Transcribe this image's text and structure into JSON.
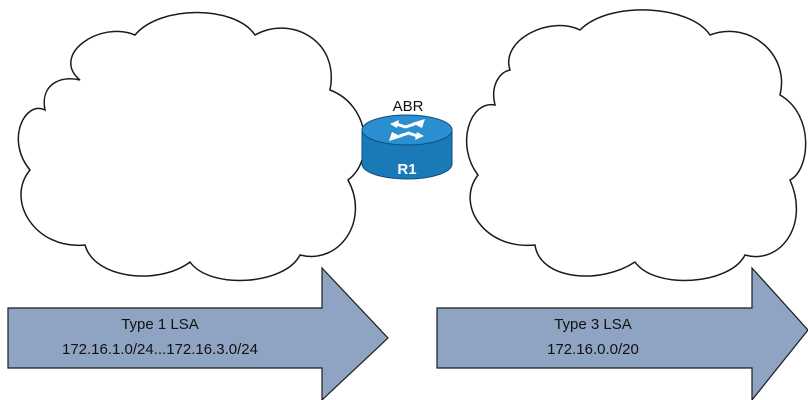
{
  "router": {
    "role_label": "ABR",
    "name": "R1"
  },
  "arrows": [
    {
      "title": "Type 1 LSA",
      "detail": "172.16.1.0/24...172.16.3.0/24"
    },
    {
      "title": "Type 3 LSA",
      "detail": "172.16.0.0/20"
    }
  ],
  "colors": {
    "arrow_fill": "#8fa4c2",
    "router_fill": "#1a7ab8",
    "router_top": "#2a8fd0",
    "outline": "#1b1b1b"
  }
}
